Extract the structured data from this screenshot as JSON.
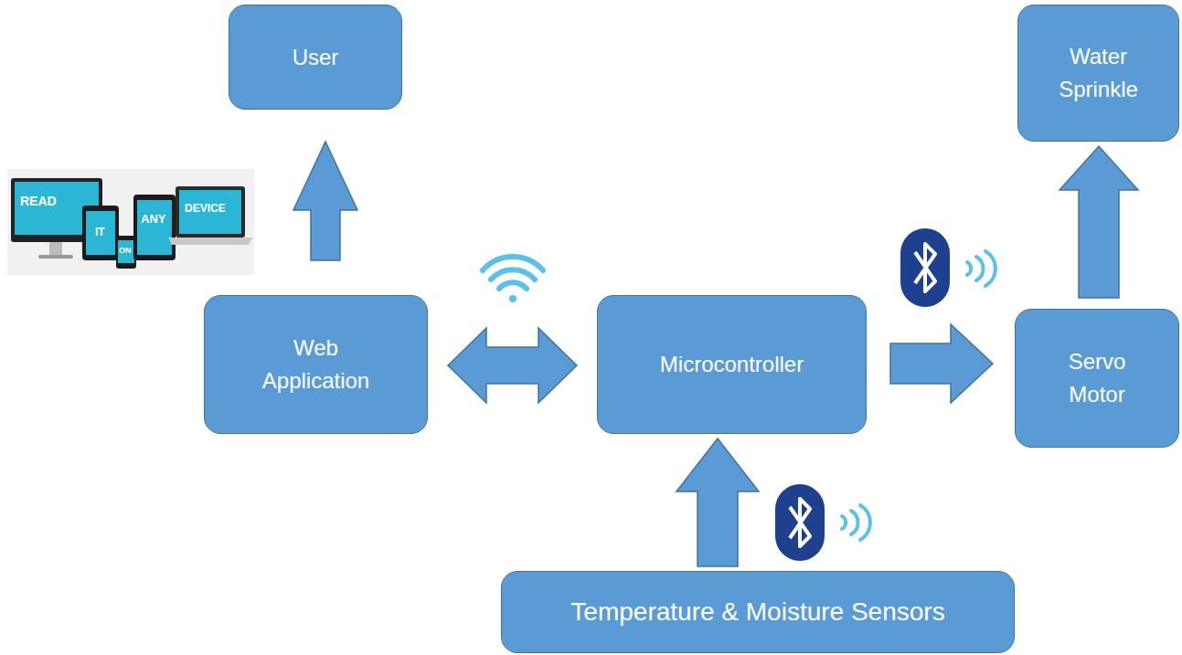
{
  "diagram": {
    "nodes": [
      {
        "text": [
          "User"
        ]
      },
      {
        "text": [
          "Water Sprinkle"
        ]
      },
      {
        "text": [
          "Web Application"
        ]
      },
      {
        "text": [
          "Microcontroller"
        ]
      },
      {
        "text": [
          "Servo Motor"
        ]
      },
      {
        "text": [
          "Temperature & Moisture Sensors"
        ]
      }
    ],
    "edges": [
      {
        "from": 2,
        "to": 0,
        "arrow": "to"
      },
      {
        "from": 2,
        "to": 3,
        "arrow": "both"
      },
      {
        "from": 3,
        "to": 4,
        "arrow": "to"
      },
      {
        "from": 4,
        "to": 1,
        "arrow": "to"
      },
      {
        "from": 5,
        "to": 3,
        "arrow": "to"
      }
    ],
    "labels": [
      "READ",
      "IT",
      "ON",
      "ANY",
      "DEVICE"
    ]
  }
}
